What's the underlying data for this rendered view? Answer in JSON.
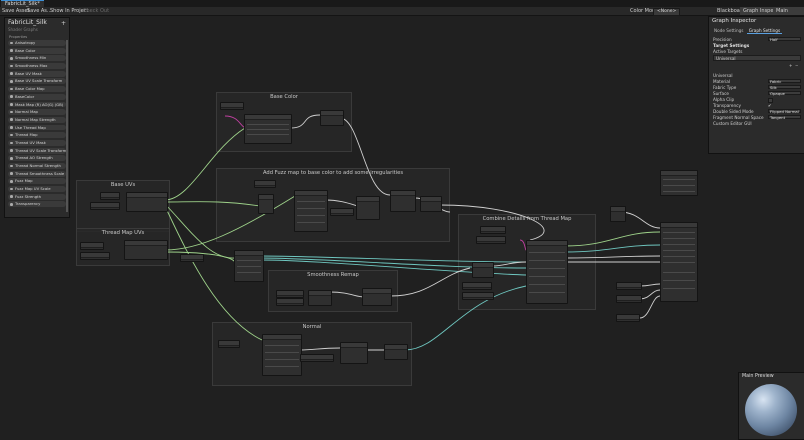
{
  "window": {
    "tab": "FabricLit_Silk*"
  },
  "toolbar": {
    "save_asset": "Save Asset",
    "save_as": "Save As...",
    "show_in_project": "Show In Project",
    "check_out": "Check Out",
    "color_mode_label": "Color Mode",
    "color_mode_value": "<None>",
    "blackboard": "Blackboard",
    "graph_inspector": "Graph Inspector",
    "main_preview": "Main Preview"
  },
  "blackboard": {
    "title": "FabricLit_Silk",
    "subtitle": "Shader Graphs",
    "add": "+",
    "category": "Properties",
    "items": [
      "Anisotropy",
      "Base Color",
      "Smoothness Min",
      "Smoothness Max",
      "Base UV Mask",
      "Base UV Scale Transform",
      "Base Color Map",
      "BaseColor",
      "Mask Map (R) AO(G) (GB)",
      "Normal Map",
      "Normal Map Strength",
      "Use Thread Map",
      "Thread Map",
      "Thread UV Mask",
      "Thread UV Scale Transform",
      "Thread AO Strength",
      "Thread Normal Strength",
      "Thread Smoothness Scale",
      "Fuzz Map",
      "Fuzz Map UV Scale",
      "Fuzz Strength",
      "Transparency"
    ]
  },
  "groups": {
    "base_color": "Base Color",
    "base_uvs": "Base UVs",
    "fuzz": "Add Fuzz map to base color to add some irregularities",
    "thread_uvs": "Thread Map UVs",
    "combine": "Combine Details from Thread Map",
    "smooth_remap": "Smoothness Remap",
    "normal": "Normal"
  },
  "inspector": {
    "title": "Graph Inspector",
    "tab_node": "Node Settings",
    "tab_graph": "Graph Settings",
    "precision_label": "Precision",
    "precision_value": "Half",
    "target_settings": "Target Settings",
    "active_targets": "Active Targets",
    "target_universal": "Universal",
    "section_universal": "Universal",
    "material_label": "Material",
    "material_value": "Fabric",
    "fabric_type_label": "Fabric Type",
    "fabric_type_value": "Silk",
    "surface_label": "Surface",
    "surface_value": "Opaque",
    "alpha_clip_label": "Alpha Clip",
    "transparency_label": "Transparency",
    "double_sided_label": "Double Sided Mode",
    "double_sided_value": "Flipped Normal",
    "fragment_normal_label": "Fragment Normal Space",
    "fragment_normal_value": "Tangent",
    "custom_editor_label": "Custom Editor GUI"
  },
  "main_preview": {
    "title": "Main Preview"
  },
  "colors": {
    "wire_green": "#9ed28a",
    "wire_teal": "#6fc7c0",
    "wire_white": "#d0d0d0",
    "wire_magenta": "#c040a0"
  }
}
